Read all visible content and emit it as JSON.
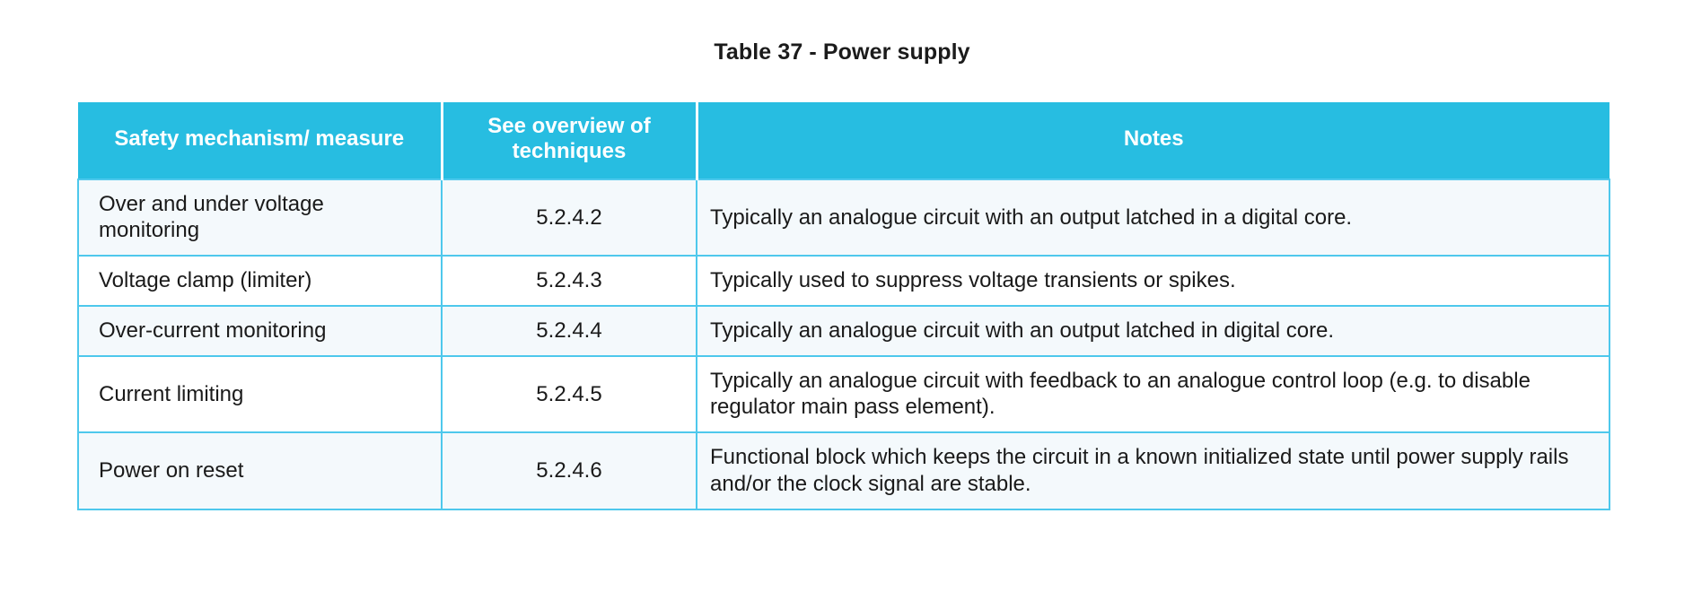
{
  "caption": "Table 37 - Power supply",
  "colors": {
    "header_bg": "#27bde1",
    "header_text": "#ffffff",
    "border": "#4ec8ec",
    "row_tint": "#f4f9fc",
    "row_plain": "#ffffff",
    "body_text": "#1a1a1a"
  },
  "table": {
    "columns": [
      {
        "key": "mechanism",
        "label": "Safety mechanism/ measure"
      },
      {
        "key": "technique",
        "label": "See overview of techniques"
      },
      {
        "key": "notes",
        "label": "Notes"
      }
    ],
    "rows": [
      {
        "mechanism": "Over and under voltage monitoring",
        "technique": "5.2.4.2",
        "notes": "Typically an analogue circuit with an output latched in a digital core."
      },
      {
        "mechanism": "Voltage clamp (limiter)",
        "technique": "5.2.4.3",
        "notes": "Typically used to suppress voltage transients or spikes."
      },
      {
        "mechanism": "Over-current monitoring",
        "technique": "5.2.4.4",
        "notes": "Typically an analogue circuit with an output latched in digital core."
      },
      {
        "mechanism": "Current limiting",
        "technique": "5.2.4.5",
        "notes": "Typically an analogue circuit with feedback to an analogue control loop (e.g. to disable regulator main pass element)."
      },
      {
        "mechanism": "Power on reset",
        "technique": "5.2.4.6",
        "notes": "Functional block which keeps the circuit in a known initialized state until power supply rails and/or the clock signal are stable."
      }
    ]
  }
}
